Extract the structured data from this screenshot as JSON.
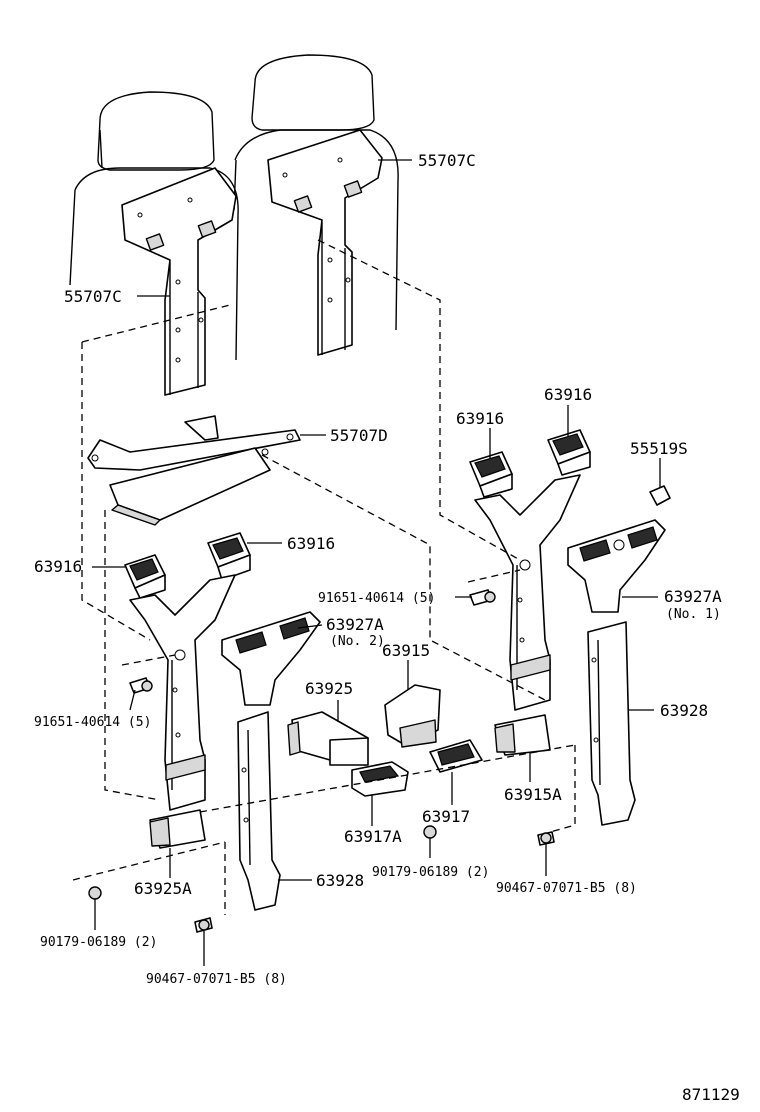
{
  "labels": {
    "p55707C_right": "55707C",
    "p55707C_left": "55707C",
    "p55707D": "55707D",
    "p63916_top_a": "63916",
    "p63916_top_b": "63916",
    "p55519S": "55519S",
    "p63916_left_a": "63916",
    "p63916_left_b": "63916",
    "p91651_right": "91651-40614 (5)",
    "p63927A_no1": "63927A",
    "p63927A_no1_sub": "(No. 1)",
    "p63927A_no2": "63927A",
    "p63927A_no2_sub": "(No. 2)",
    "p63915": "63915",
    "p63925": "63925",
    "p91651_left": "91651-40614 (5)",
    "p63928_right": "63928",
    "p63915A": "63915A",
    "p63917": "63917",
    "p63917A": "63917A",
    "p90179_center": "90179-06189 (2)",
    "p90467_right": "90467-07071-B5 (8)",
    "p63925A": "63925A",
    "p63928_left": "63928",
    "p90179_left": "90179-06189 (2)",
    "p90467_left": "90467-07071-B5 (8)",
    "drawing_number": "871129"
  }
}
